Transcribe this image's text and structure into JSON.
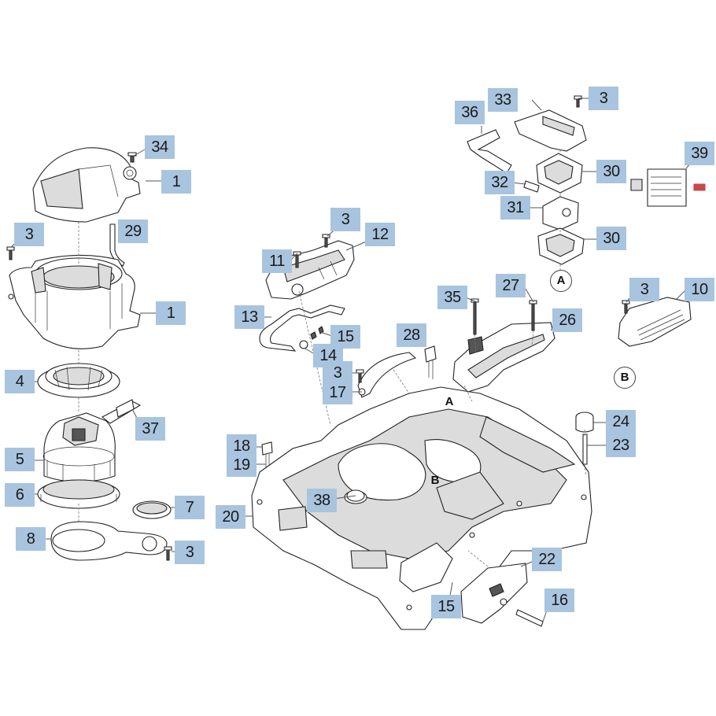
{
  "callouts": [
    {
      "id": "c34",
      "label": "34"
    },
    {
      "id": "c1a",
      "label": "1"
    },
    {
      "id": "c29",
      "label": "29"
    },
    {
      "id": "c3a",
      "label": "3"
    },
    {
      "id": "c1b",
      "label": "1"
    },
    {
      "id": "c4",
      "label": "4"
    },
    {
      "id": "c37",
      "label": "37"
    },
    {
      "id": "c5",
      "label": "5"
    },
    {
      "id": "c6",
      "label": "6"
    },
    {
      "id": "c7",
      "label": "7"
    },
    {
      "id": "c8",
      "label": "8"
    },
    {
      "id": "c3b",
      "label": "3"
    },
    {
      "id": "c3c",
      "label": "3"
    },
    {
      "id": "c12",
      "label": "12"
    },
    {
      "id": "c11",
      "label": "11"
    },
    {
      "id": "c13",
      "label": "13"
    },
    {
      "id": "c15a",
      "label": "15"
    },
    {
      "id": "c14",
      "label": "14"
    },
    {
      "id": "c28",
      "label": "28"
    },
    {
      "id": "c3d",
      "label": "3"
    },
    {
      "id": "c17",
      "label": "17"
    },
    {
      "id": "c18",
      "label": "18"
    },
    {
      "id": "c19",
      "label": "19"
    },
    {
      "id": "c38",
      "label": "38"
    },
    {
      "id": "c20",
      "label": "20"
    },
    {
      "id": "c33",
      "label": "33"
    },
    {
      "id": "c3e",
      "label": "3"
    },
    {
      "id": "c36",
      "label": "36"
    },
    {
      "id": "c30a",
      "label": "30"
    },
    {
      "id": "c32",
      "label": "32"
    },
    {
      "id": "c31",
      "label": "31"
    },
    {
      "id": "c30b",
      "label": "30"
    },
    {
      "id": "c39",
      "label": "39"
    },
    {
      "id": "c35",
      "label": "35"
    },
    {
      "id": "c27",
      "label": "27"
    },
    {
      "id": "c26",
      "label": "26"
    },
    {
      "id": "c3f",
      "label": "3"
    },
    {
      "id": "c10",
      "label": "10"
    },
    {
      "id": "c24",
      "label": "24"
    },
    {
      "id": "c23",
      "label": "23"
    },
    {
      "id": "c22",
      "label": "22"
    },
    {
      "id": "c15b",
      "label": "15"
    },
    {
      "id": "c16",
      "label": "16"
    }
  ],
  "markers": [
    {
      "id": "mA1",
      "label": "A"
    },
    {
      "id": "mB1",
      "label": "B"
    },
    {
      "id": "mA2",
      "label": "A"
    },
    {
      "id": "mB2",
      "label": "B"
    }
  ],
  "colors": {
    "callout_bg": "#a9c4de",
    "line": "#555555",
    "part_fill": "#ffffff"
  }
}
